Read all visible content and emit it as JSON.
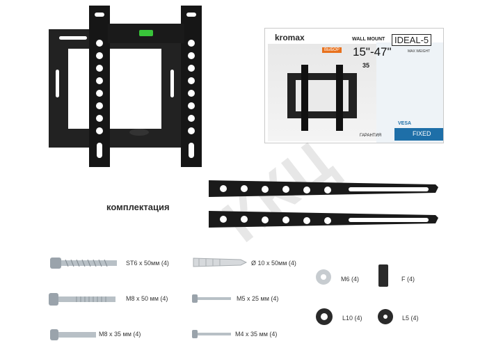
{
  "box": {
    "brand": "kromax",
    "model": "IDEAL-5",
    "subtitle": "WALL MOUNT",
    "size_range": "15\"-47\"",
    "weight": "35",
    "max_weight_label": "MAX WEIGHT",
    "vesa_label": "VESA",
    "fixed_label": "FIXED",
    "badge": "ВЫБОР",
    "guarantee": "ГАРАНТИЯ"
  },
  "watermark": "ККЦ",
  "section_title": "комплектация",
  "parts": [
    {
      "label": "ST6 x 50мм (4)"
    },
    {
      "label": "Ø 10 x 50мм (4)"
    },
    {
      "label": "M6 (4)"
    },
    {
      "label": "F (4)"
    },
    {
      "label": "M8 x 50 мм (4)"
    },
    {
      "label": "M5 x 25 мм (4)"
    },
    {
      "label": "L10 (4)"
    },
    {
      "label": "L5 (4)"
    },
    {
      "label": "M8 x 35 мм (4)"
    },
    {
      "label": "M4 x 35 мм (4)"
    }
  ],
  "colors": {
    "metal": "#1c1c1c",
    "accent": "#1e6fa8",
    "spirit_level": "#39c43a"
  }
}
